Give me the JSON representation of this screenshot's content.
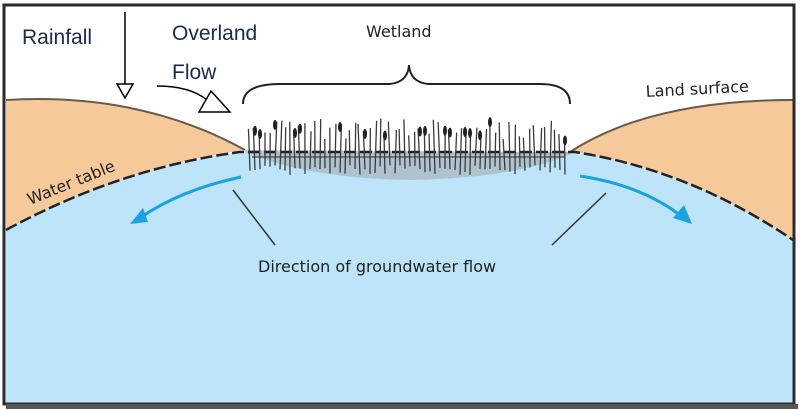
{
  "diagram": {
    "title": "Wetland groundwater discharge cross-section",
    "labels": {
      "rainfall": "Rainfall",
      "overland_line1": "Overland",
      "overland_line2": "Flow",
      "wetland": "Wetland",
      "land_surface": "Land surface",
      "water_table": "Water table",
      "groundwater_flow": "Direction of groundwater flow"
    },
    "colors": {
      "land": "#f6c99a",
      "groundwater": "#bde4f8",
      "flow_arrow": "#1aa3e0",
      "label_text": "#1a2a4a",
      "frame": "#2b2b2b"
    }
  }
}
